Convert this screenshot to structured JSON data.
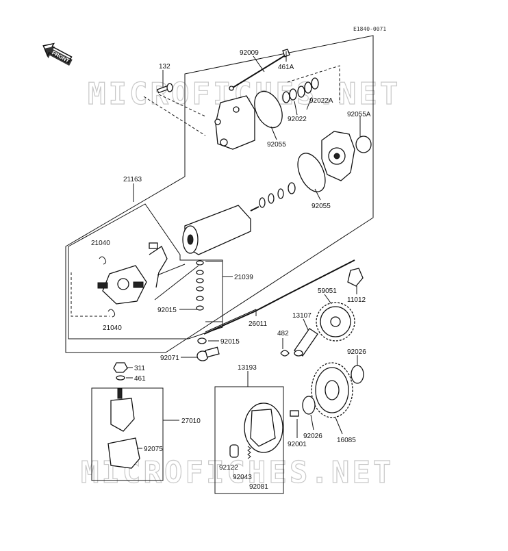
{
  "diagram": {
    "drawing_code": "E1840-0071",
    "front_badge": "FRONT",
    "watermark": "MICROFICHES.NET",
    "parts": [
      {
        "id": "p132",
        "label": "132"
      },
      {
        "id": "p92009",
        "label": "92009"
      },
      {
        "id": "p461A",
        "label": "461A"
      },
      {
        "id": "p92022A",
        "label": "92022A"
      },
      {
        "id": "p92022",
        "label": "92022"
      },
      {
        "id": "p92055a",
        "label": "92055"
      },
      {
        "id": "p92055A",
        "label": "92055A"
      },
      {
        "id": "p92055b",
        "label": "92055"
      },
      {
        "id": "p21163",
        "label": "21163"
      },
      {
        "id": "p21040a",
        "label": "21040"
      },
      {
        "id": "p21040b",
        "label": "21040"
      },
      {
        "id": "p21039",
        "label": "21039"
      },
      {
        "id": "p92015a",
        "label": "92015"
      },
      {
        "id": "p92015b",
        "label": "92015"
      },
      {
        "id": "p26011",
        "label": "26011"
      },
      {
        "id": "p59051",
        "label": "59051"
      },
      {
        "id": "p11012",
        "label": "11012"
      },
      {
        "id": "p13107",
        "label": "13107"
      },
      {
        "id": "p482",
        "label": "482"
      },
      {
        "id": "p92071",
        "label": "92071"
      },
      {
        "id": "p92026a",
        "label": "92026"
      },
      {
        "id": "p311",
        "label": "311"
      },
      {
        "id": "p461",
        "label": "461"
      },
      {
        "id": "p13193",
        "label": "13193"
      },
      {
        "id": "p27010",
        "label": "27010"
      },
      {
        "id": "p92075",
        "label": "92075"
      },
      {
        "id": "p92001",
        "label": "92001"
      },
      {
        "id": "p92026b",
        "label": "92026"
      },
      {
        "id": "p16085",
        "label": "16085"
      },
      {
        "id": "p92122",
        "label": "92122"
      },
      {
        "id": "p92043",
        "label": "92043"
      },
      {
        "id": "p92081",
        "label": "92081"
      }
    ]
  }
}
